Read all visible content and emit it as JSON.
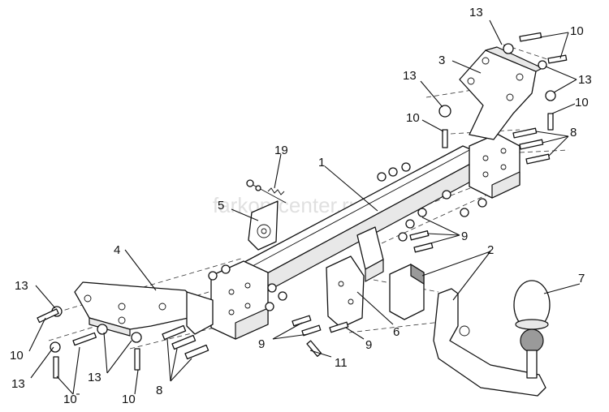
{
  "watermark": "farkop-center.ru",
  "callouts": [
    {
      "id": "c1",
      "label": "1"
    },
    {
      "id": "c2",
      "label": "2"
    },
    {
      "id": "c3",
      "label": "3"
    },
    {
      "id": "c4",
      "label": "4"
    },
    {
      "id": "c5",
      "label": "5"
    },
    {
      "id": "c6",
      "label": "6"
    },
    {
      "id": "c7",
      "label": "7"
    },
    {
      "id": "c8a",
      "label": "8"
    },
    {
      "id": "c8b",
      "label": "8"
    },
    {
      "id": "c9a",
      "label": "9"
    },
    {
      "id": "c9b",
      "label": "9"
    },
    {
      "id": "c9c",
      "label": "9"
    },
    {
      "id": "c10a",
      "label": "10"
    },
    {
      "id": "c10b",
      "label": "10"
    },
    {
      "id": "c10c",
      "label": "10"
    },
    {
      "id": "c10d",
      "label": "10"
    },
    {
      "id": "c10e",
      "label": "10"
    },
    {
      "id": "c11",
      "label": "11"
    },
    {
      "id": "c13a",
      "label": "13"
    },
    {
      "id": "c13b",
      "label": "13"
    },
    {
      "id": "c13c",
      "label": "13"
    },
    {
      "id": "c13d",
      "label": "13"
    },
    {
      "id": "c13e",
      "label": "13"
    },
    {
      "id": "c13f",
      "label": "13"
    },
    {
      "id": "c19",
      "label": "19"
    }
  ]
}
